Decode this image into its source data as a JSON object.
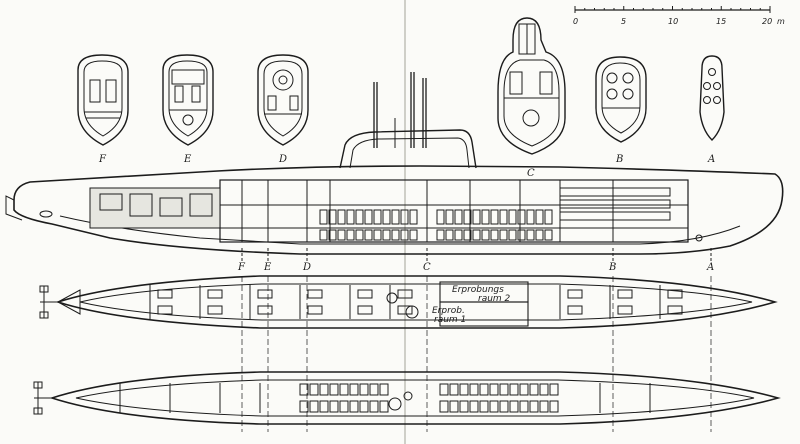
{
  "scale_bar": {
    "ticks": [
      "0",
      "5",
      "10",
      "15",
      "20"
    ],
    "unit": "m"
  },
  "cross_sections": [
    {
      "id": "sec-f",
      "label": "F"
    },
    {
      "id": "sec-e",
      "label": "E"
    },
    {
      "id": "sec-d",
      "label": "D"
    },
    {
      "id": "sec-c",
      "label": "C"
    },
    {
      "id": "sec-b",
      "label": "B"
    },
    {
      "id": "sec-a",
      "label": "A"
    }
  ],
  "profile_markers": [
    "F",
    "E",
    "D",
    "C",
    "B",
    "A"
  ],
  "deck_plan": {
    "room_1": [
      "Erprobungs",
      "raum 2"
    ],
    "room_2": [
      "Erprob.",
      "raum 1"
    ]
  },
  "colors": {
    "ink": "#1c1c1c",
    "paper": "#fbfbf8",
    "hatch": "#555555"
  }
}
